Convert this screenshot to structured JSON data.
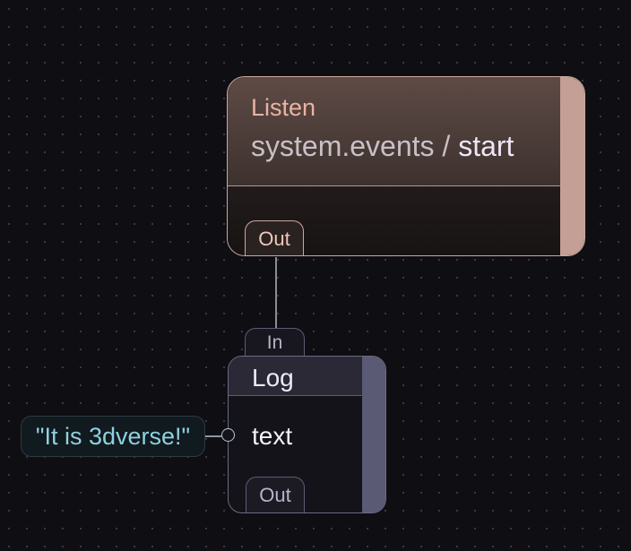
{
  "listen_node": {
    "kind_label": "Listen",
    "event_path": "system.events",
    "separator": "/",
    "event_name": "start",
    "out_port_label": "Out",
    "accent_color": "#c49f96"
  },
  "log_node": {
    "title": "Log",
    "in_port_label": "In",
    "field_label": "text",
    "out_port_label": "Out",
    "accent_color": "#5b5a75"
  },
  "text_input": {
    "value": "\"It is 3dverse!\""
  },
  "connections": [
    {
      "from": "listen_node.out",
      "to": "log_node.in"
    },
    {
      "from": "text_input",
      "to": "log_node.text"
    }
  ]
}
